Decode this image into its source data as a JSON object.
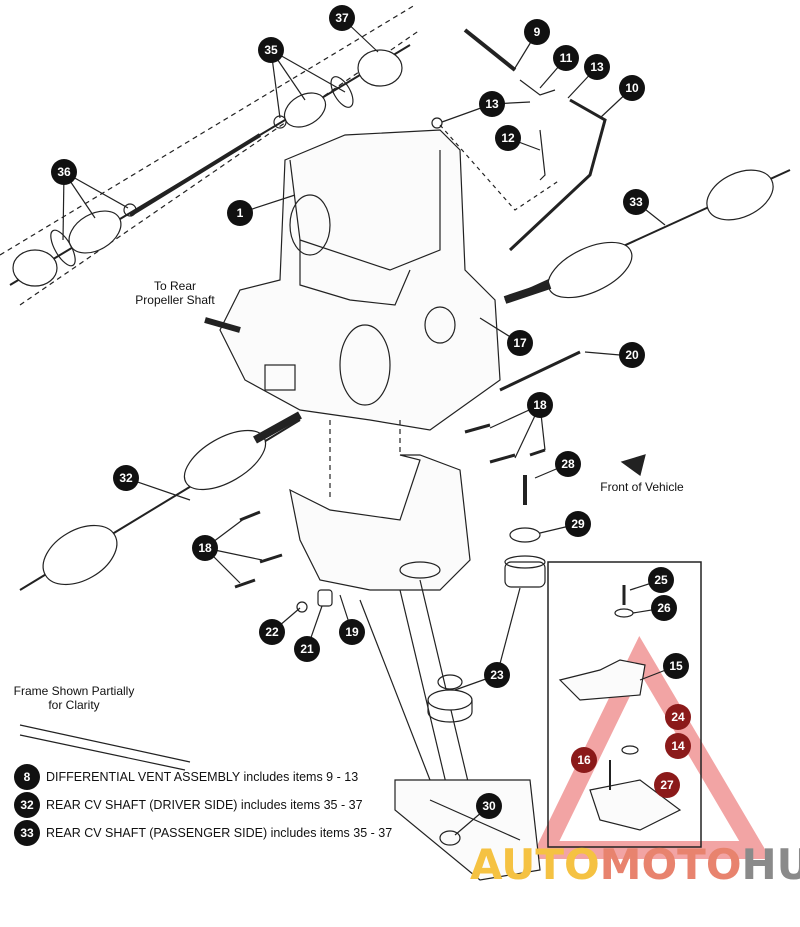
{
  "callouts": {
    "c1": "1",
    "c9": "9",
    "c10": "10",
    "c11": "11",
    "c12": "12",
    "c13a": "13",
    "c13b": "13",
    "c14": "14",
    "c15": "15",
    "c16": "16",
    "c17": "17",
    "c18a": "18",
    "c18b": "18",
    "c19": "19",
    "c20": "20",
    "c21": "21",
    "c22": "22",
    "c23": "23",
    "c24": "24",
    "c25": "25",
    "c26": "26",
    "c27": "27",
    "c28": "28",
    "c29": "29",
    "c30": "30",
    "c32": "32",
    "c33": "33",
    "c35": "35",
    "c36": "36",
    "c37": "37"
  },
  "labels": {
    "rear_prop_1": "To Rear",
    "rear_prop_2": "Propeller Shaft",
    "front_vehicle": "Front of Vehicle",
    "frame_1": "Frame Shown Partially",
    "frame_2": "for Clarity"
  },
  "legend": [
    {
      "num": "8",
      "text": "DIFFERENTIAL VENT ASSEMBLY includes items 9 - 13"
    },
    {
      "num": "32",
      "text": "REAR CV SHAFT (DRIVER SIDE) includes items 35 - 37"
    },
    {
      "num": "33",
      "text": "REAR CV SHAFT (PASSENGER SIDE) includes items 35 - 37"
    }
  ],
  "watermark": {
    "part1": "AUTO",
    "part2": "MOTO",
    "part3": "HUB"
  }
}
